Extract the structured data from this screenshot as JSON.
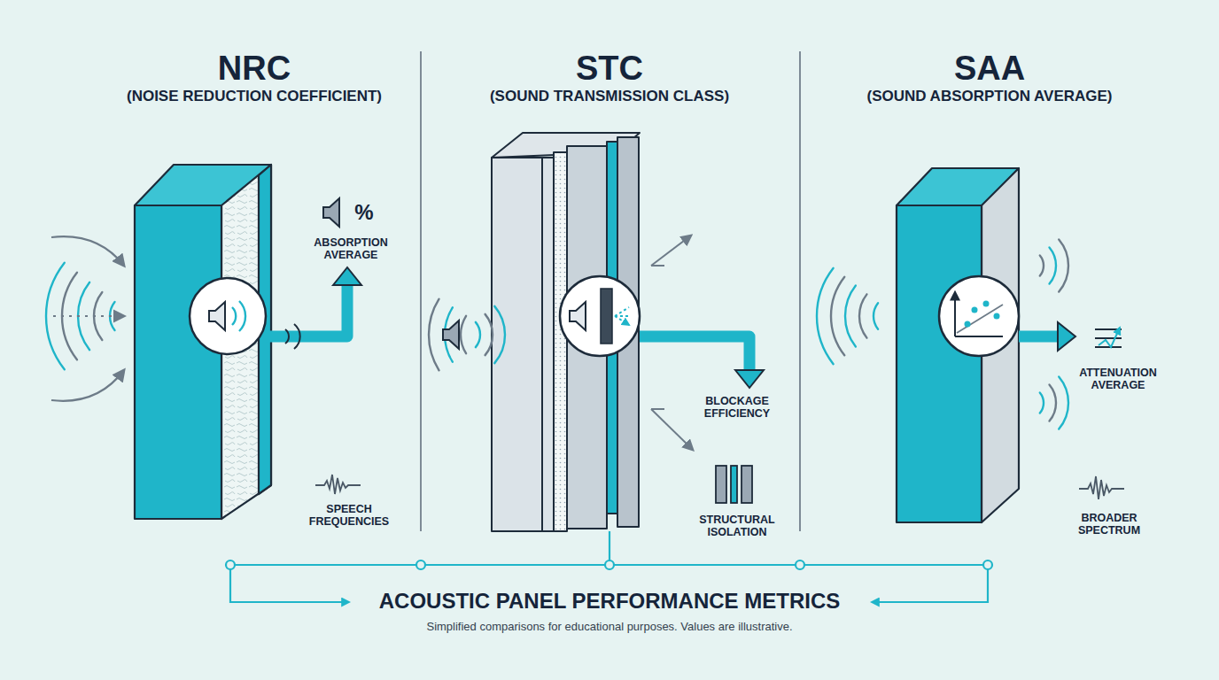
{
  "diagram": {
    "title": "ACOUSTIC PANEL PERFORMANCE METRICS",
    "caption": "Simplified comparisons for educational purposes. Values are illustrative.",
    "labels": [
      "NRC",
      "(NOISE REDUCTION COEFFICIENT)",
      "STC",
      "(SOUND TRANSMISSION CLASS)",
      "SAA",
      "(SOUND ABSORPTION AVERAGE)",
      "%",
      "ABSORPTION AVERAGE",
      "SPEECH FREQUENCIES",
      "BLOCKAGE EFFICIENCY",
      "STRUCTURAL ISOLATION",
      "ATTENUATION AVERAGE",
      "BROADER SPECTRUM"
    ]
  }
}
